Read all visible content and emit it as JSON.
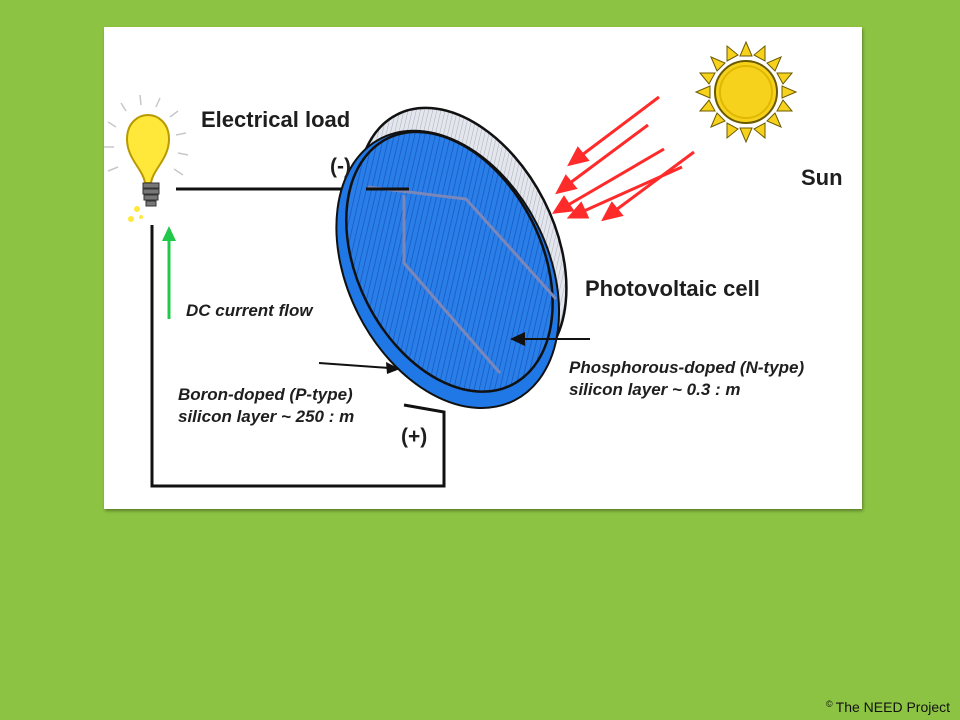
{
  "diagram": {
    "labels": {
      "electrical_load": "Electrical load",
      "negative": "(-)",
      "positive": "(+)",
      "sun": "Sun",
      "photovoltaic_cell": "Photovoltaic cell",
      "dc_current_flow": "DC current flow",
      "p_type_line1": "Boron-doped (P-type)",
      "p_type_line2": "silicon layer ~ 250 : m",
      "n_type_line1": "Phosphorous-doped (N-type)",
      "n_type_line2": "silicon layer ~ 0.3 : m"
    },
    "colors": {
      "background": "#8dc342",
      "cell_blue": "#1f78e6",
      "cell_edge": "#c9cbd6",
      "sun": "#f7d21c",
      "bulb": "#ffe83a",
      "light_rays": "#ff2a2a",
      "current_arrow": "#22c84a",
      "wire": "#111111"
    },
    "icons": [
      "sun-icon",
      "light-bulb-icon"
    ]
  },
  "footer": {
    "copyright_symbol": "©",
    "copyright_text": "The NEED Project"
  }
}
